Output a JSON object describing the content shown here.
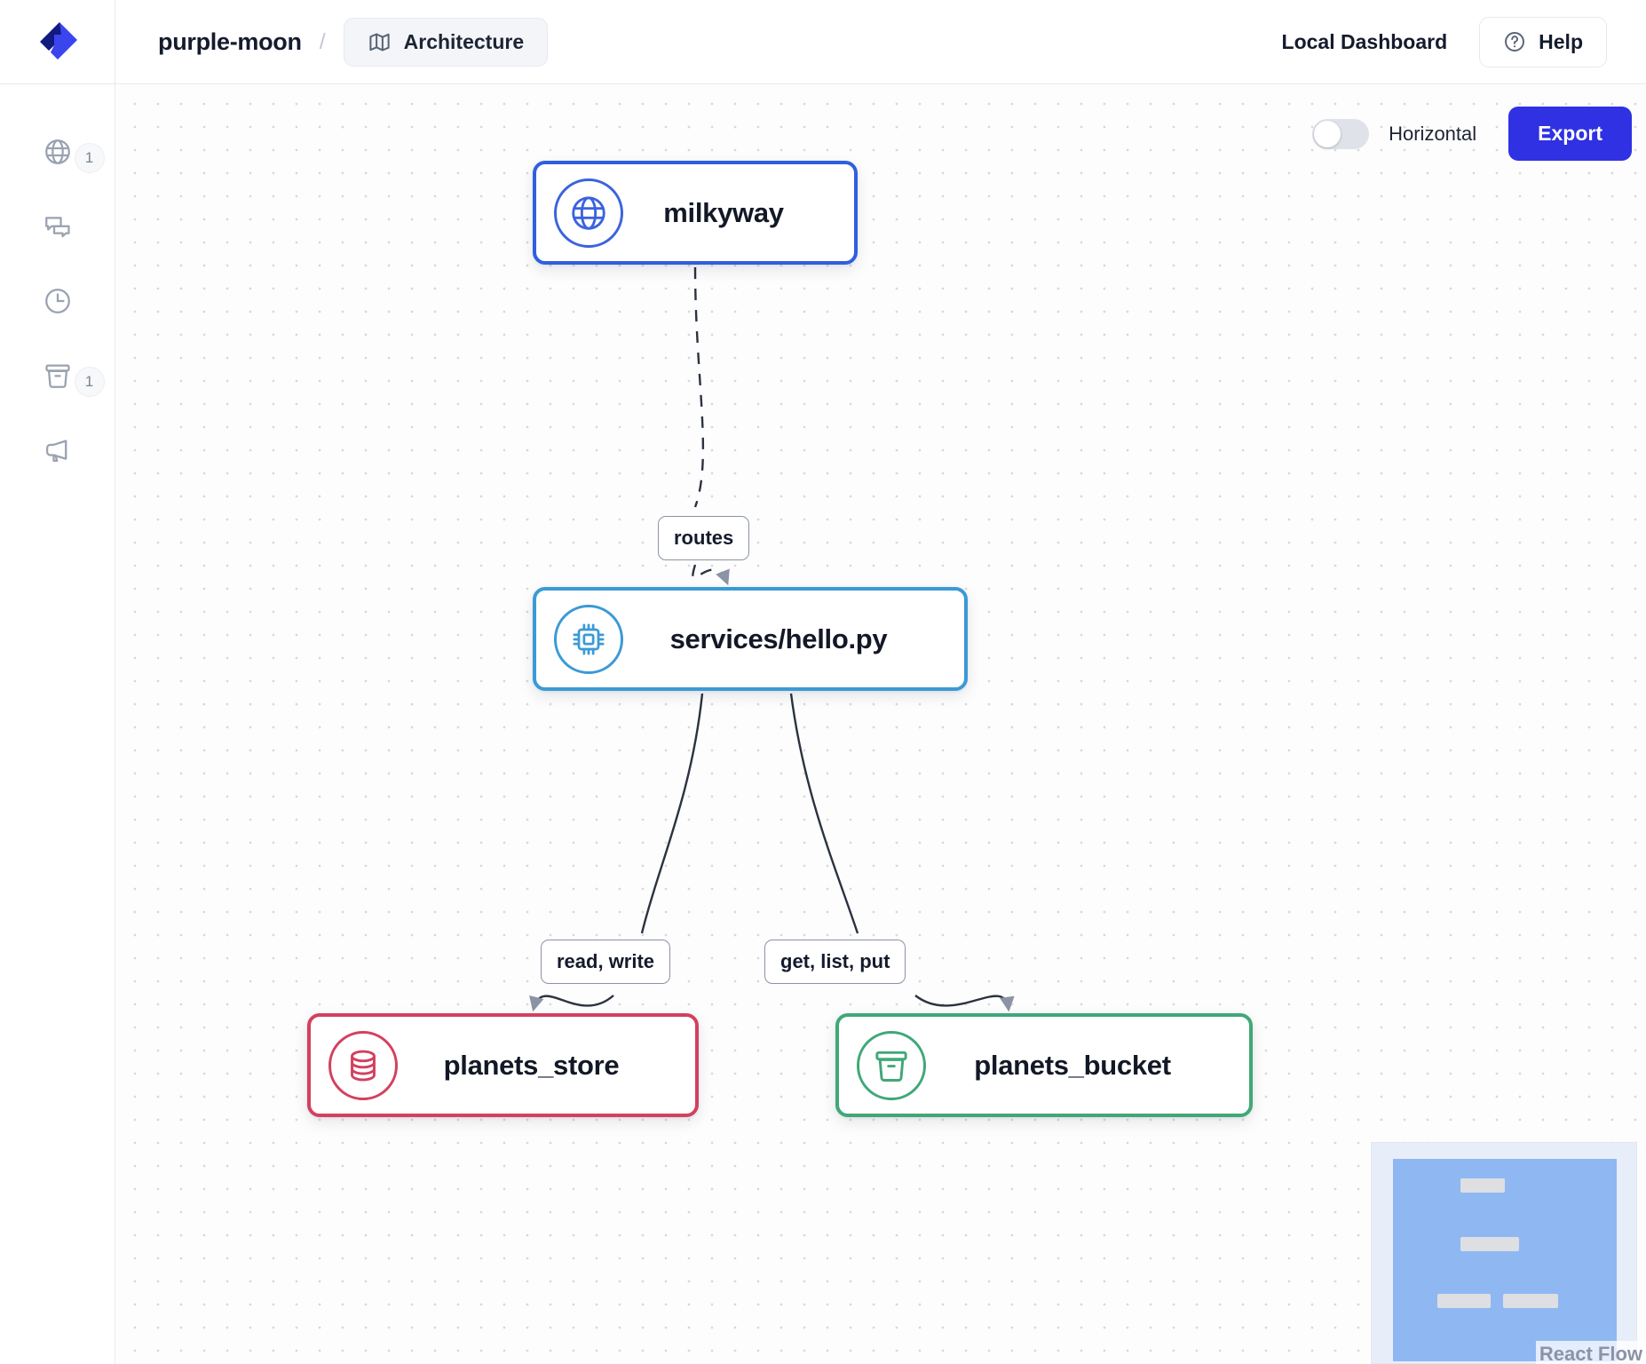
{
  "header": {
    "logo_name": "app-logo",
    "project": "purple-moon",
    "separator": "/",
    "tab": {
      "icon": "map-icon",
      "label": "Architecture"
    },
    "local_dashboard": "Local Dashboard",
    "help": {
      "icon": "question-circle-icon",
      "label": "Help"
    }
  },
  "sidebar": {
    "items": [
      {
        "icon": "globe-icon",
        "name": "sidebar-item-endpoints",
        "badge": "1"
      },
      {
        "icon": "chat-icon",
        "name": "sidebar-item-messages",
        "badge": ""
      },
      {
        "icon": "clock-icon",
        "name": "sidebar-item-schedules",
        "badge": ""
      },
      {
        "icon": "bucket-icon",
        "name": "sidebar-item-storage",
        "badge": "1"
      },
      {
        "icon": "megaphone-icon",
        "name": "sidebar-item-topics",
        "badge": ""
      }
    ]
  },
  "toolbar": {
    "layout_toggle": {
      "label": "Horizontal",
      "state": "off"
    },
    "export_label": "Export"
  },
  "graph": {
    "nodes": [
      {
        "id": "milkyway",
        "label": "milkyway",
        "icon": "globe-icon",
        "color": "#2f5fe0",
        "type": "api"
      },
      {
        "id": "services/hello.py",
        "label": "services/hello.py",
        "icon": "chip-icon",
        "color": "#3b9ad6",
        "type": "function"
      },
      {
        "id": "planets_store",
        "label": "planets_store",
        "icon": "database-icon",
        "color": "#d4405f",
        "type": "store"
      },
      {
        "id": "planets_bucket",
        "label": "planets_bucket",
        "icon": "bucket-icon",
        "color": "#40a878",
        "type": "bucket"
      }
    ],
    "edges": [
      {
        "from": "milkyway",
        "to": "services/hello.py",
        "label": "routes",
        "style": "dashed"
      },
      {
        "from": "services/hello.py",
        "to": "planets_store",
        "label": "read, write",
        "style": "solid"
      },
      {
        "from": "services/hello.py",
        "to": "planets_bucket",
        "label": "get, list, put",
        "style": "solid"
      }
    ]
  },
  "minimap": {
    "name": "minimap",
    "attribution": "React Flow"
  },
  "colors": {
    "brand_blue": "#2f31e3",
    "api_blue": "#2f5fe0",
    "function_blue": "#3b9ad6",
    "store_red": "#d4405f",
    "bucket_green": "#40a878",
    "text_dark": "#141b2d",
    "minimap_view": "#8fb8f3"
  }
}
